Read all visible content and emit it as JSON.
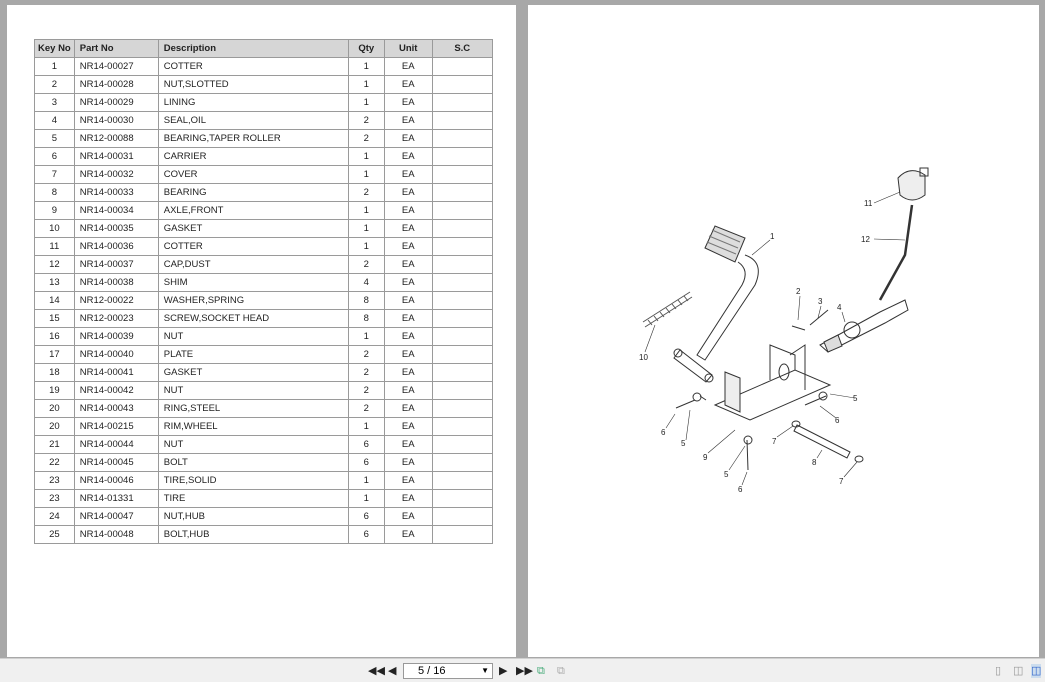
{
  "parts_table": {
    "headers": [
      "Key No",
      "Part No",
      "Description",
      "Qty",
      "Unit",
      "S.C"
    ],
    "rows": [
      [
        "1",
        "NR14-00027",
        "COTTER",
        "1",
        "EA",
        ""
      ],
      [
        "2",
        "NR14-00028",
        "NUT,SLOTTED",
        "1",
        "EA",
        ""
      ],
      [
        "3",
        "NR14-00029",
        "LINING",
        "1",
        "EA",
        ""
      ],
      [
        "4",
        "NR14-00030",
        "SEAL,OIL",
        "2",
        "EA",
        ""
      ],
      [
        "5",
        "NR12-00088",
        "BEARING,TAPER ROLLER",
        "2",
        "EA",
        ""
      ],
      [
        "6",
        "NR14-00031",
        "CARRIER",
        "1",
        "EA",
        ""
      ],
      [
        "7",
        "NR14-00032",
        "COVER",
        "1",
        "EA",
        ""
      ],
      [
        "8",
        "NR14-00033",
        "BEARING",
        "2",
        "EA",
        ""
      ],
      [
        "9",
        "NR14-00034",
        "AXLE,FRONT",
        "1",
        "EA",
        ""
      ],
      [
        "10",
        "NR14-00035",
        "GASKET",
        "1",
        "EA",
        ""
      ],
      [
        "11",
        "NR14-00036",
        "COTTER",
        "1",
        "EA",
        ""
      ],
      [
        "12",
        "NR14-00037",
        "CAP,DUST",
        "2",
        "EA",
        ""
      ],
      [
        "13",
        "NR14-00038",
        "SHIM",
        "4",
        "EA",
        ""
      ],
      [
        "14",
        "NR12-00022",
        "WASHER,SPRING",
        "8",
        "EA",
        ""
      ],
      [
        "15",
        "NR12-00023",
        "SCREW,SOCKET HEAD",
        "8",
        "EA",
        ""
      ],
      [
        "16",
        "NR14-00039",
        "NUT",
        "1",
        "EA",
        ""
      ],
      [
        "17",
        "NR14-00040",
        "PLATE",
        "2",
        "EA",
        ""
      ],
      [
        "18",
        "NR14-00041",
        "GASKET",
        "2",
        "EA",
        ""
      ],
      [
        "19",
        "NR14-00042",
        "NUT",
        "2",
        "EA",
        ""
      ],
      [
        "20",
        "NR14-00043",
        "RING,STEEL",
        "2",
        "EA",
        ""
      ],
      [
        "20",
        "NR14-00215",
        "RIM,WHEEL",
        "1",
        "EA",
        ""
      ],
      [
        "21",
        "NR14-00044",
        "NUT",
        "6",
        "EA",
        ""
      ],
      [
        "22",
        "NR14-00045",
        "BOLT",
        "6",
        "EA",
        ""
      ],
      [
        "23",
        "NR14-00046",
        "TIRE,SOLID",
        "1",
        "EA",
        ""
      ],
      [
        "23",
        "NR14-01331",
        "TIRE",
        "1",
        "EA",
        ""
      ],
      [
        "24",
        "NR14-00047",
        "NUT,HUB",
        "6",
        "EA",
        ""
      ],
      [
        "25",
        "NR14-00048",
        "BOLT,HUB",
        "6",
        "EA",
        ""
      ]
    ]
  },
  "diagram": {
    "callouts": [
      "11",
      "12",
      "1",
      "2",
      "3",
      "4",
      "10",
      "5",
      "6",
      "6",
      "5",
      "9",
      "7",
      "8",
      "5",
      "6",
      "7"
    ]
  },
  "toolbar": {
    "page_indicator": "5 / 16",
    "icons": [
      "first-page-icon",
      "prev-page-icon",
      "next-page-icon",
      "last-page-icon",
      "fit-page-icon",
      "fit-width-icon",
      "single-page-icon",
      "continuous-icon",
      "two-page-icon"
    ]
  }
}
